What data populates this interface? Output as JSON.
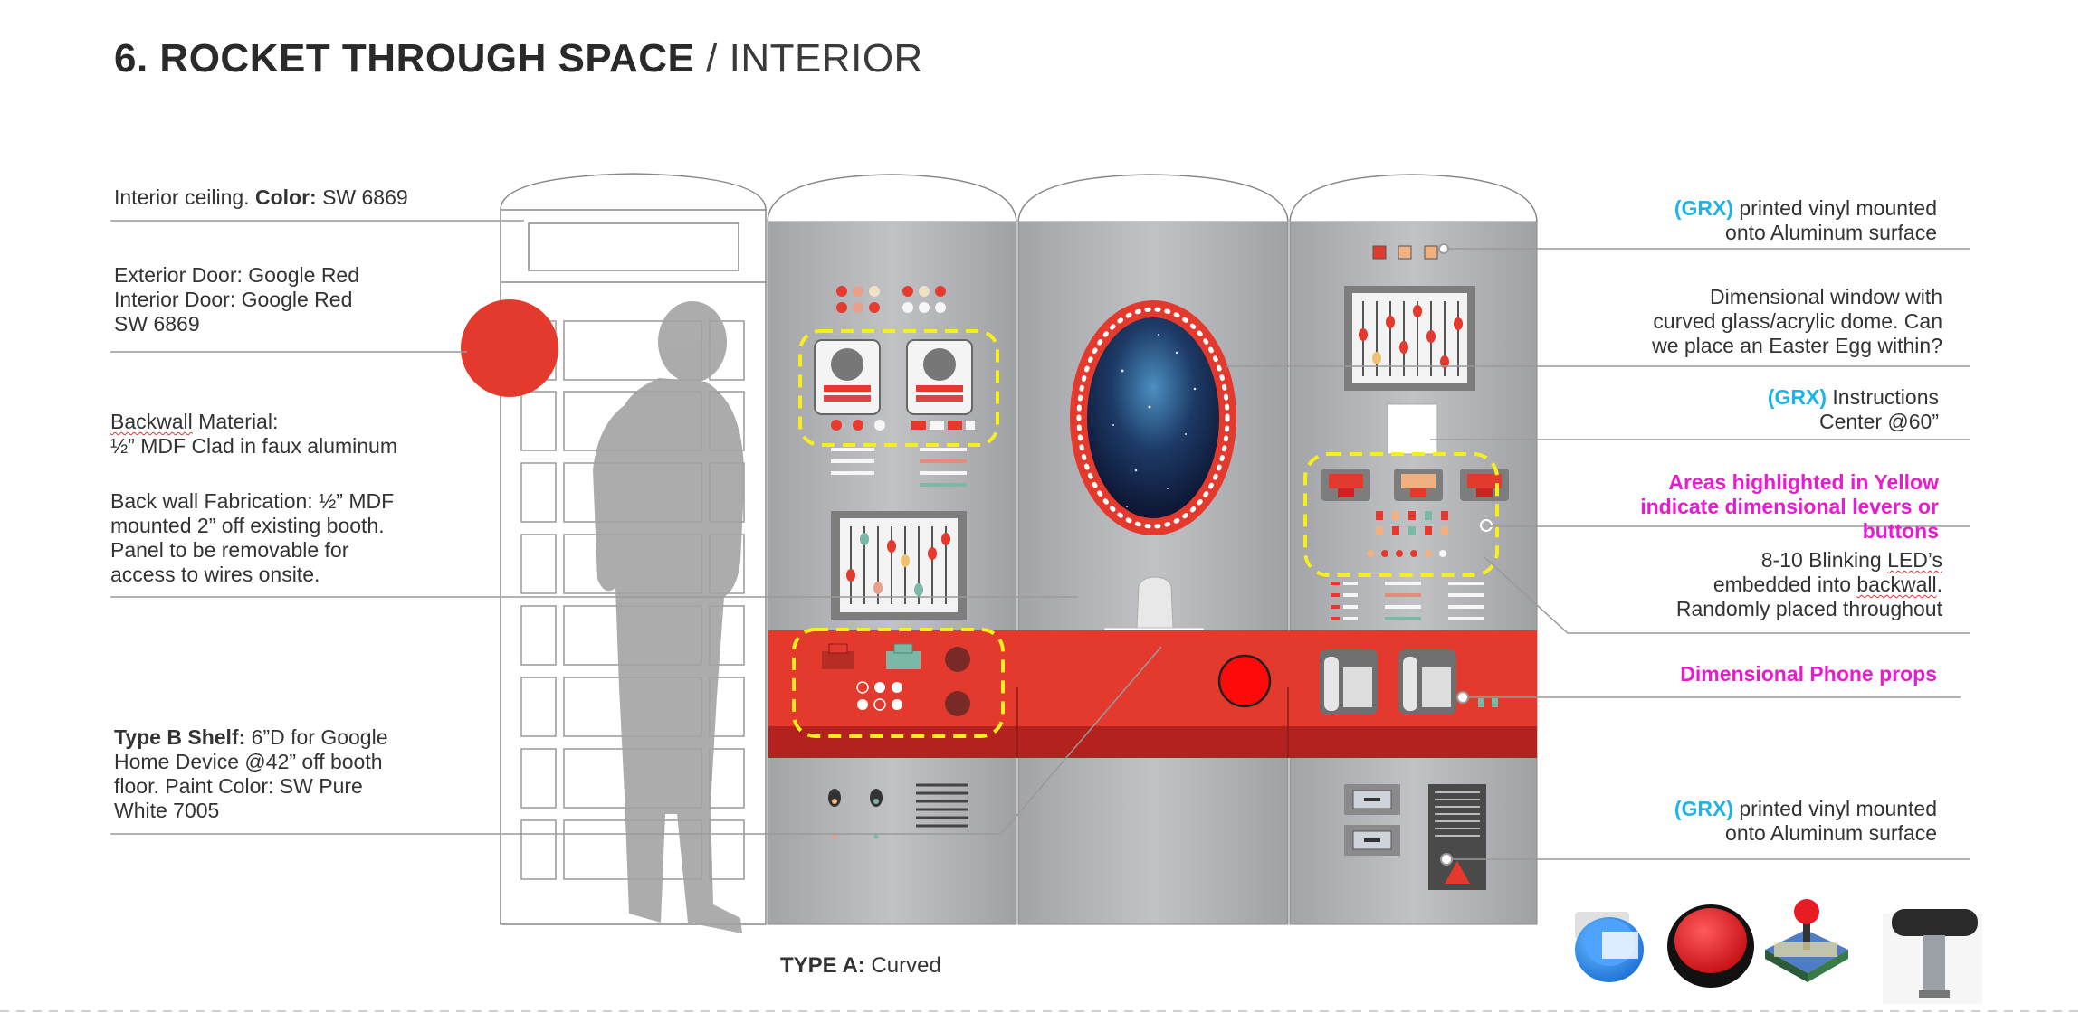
{
  "page": {
    "title_bold": "6. ROCKET THROUGH SPACE",
    "title_sep": " / ",
    "title_rest": "INTERIOR"
  },
  "notes_left": {
    "ceiling_a": "Interior ceiling. ",
    "ceiling_b": "Color:",
    "ceiling_c": " SW 6869",
    "door_1": "Exterior Door: Google Red",
    "door_2": "Interior Door: Google Red",
    "door_3": "SW 6869",
    "backwall_mat_1": "Backwall",
    "backwall_mat_1b": " Material:",
    "backwall_mat_2": "½” MDF Clad in faux aluminum",
    "fab_1": "Back wall Fabrication: ½” MDF",
    "fab_2": "mounted 2” off existing booth.",
    "fab_3": "Panel to be removable for",
    "fab_4": "access to wires onsite.",
    "shelf_1a": "Type B Shelf:",
    "shelf_1b": " 6”D for Google",
    "shelf_2": "Home Device @42” off booth",
    "shelf_3": "floor. Paint Color: SW Pure",
    "shelf_4": "White 7005"
  },
  "notes_right": {
    "grx": "(GRX)",
    "vinyl_1": " printed vinyl mounted",
    "vinyl_2": "onto Aluminum surface",
    "window_1": "Dimensional window with",
    "window_2": "curved glass/acrylic dome. Can",
    "window_3": "we place an Easter Egg within?",
    "instr_1": " Instructions",
    "instr_2": "Center @60”",
    "yellow_1": "Areas highlighted in Yellow",
    "yellow_2": "indicate dimensional levers or",
    "yellow_3": "buttons",
    "led_1a": "8-10 Blinking ",
    "led_1b": "LED’s",
    "led_2a": "embedded into ",
    "led_2b": "backwall",
    "led_2c": ".",
    "led_3": "Randomly placed throughout",
    "phone": "Dimensional Phone props",
    "vinyl2_1": " printed vinyl mounted",
    "vinyl2_2": "onto Aluminum surface"
  },
  "caption": {
    "bold": "TYPE A:",
    "rest": " Curved"
  },
  "colors": {
    "google_red": "#e43a2e",
    "highlight_yellow": "#f7ee1d",
    "grx_blue": "#1fb3ea",
    "magenta": "#e81ccf",
    "panel_gray": "#a8a9ad"
  },
  "icons": [
    "human-silhouette-icon",
    "speaker-icon",
    "phone-icon",
    "arcade-button-blue-icon",
    "arcade-button-red-icon",
    "joystick-icon",
    "lever-handle-icon"
  ]
}
